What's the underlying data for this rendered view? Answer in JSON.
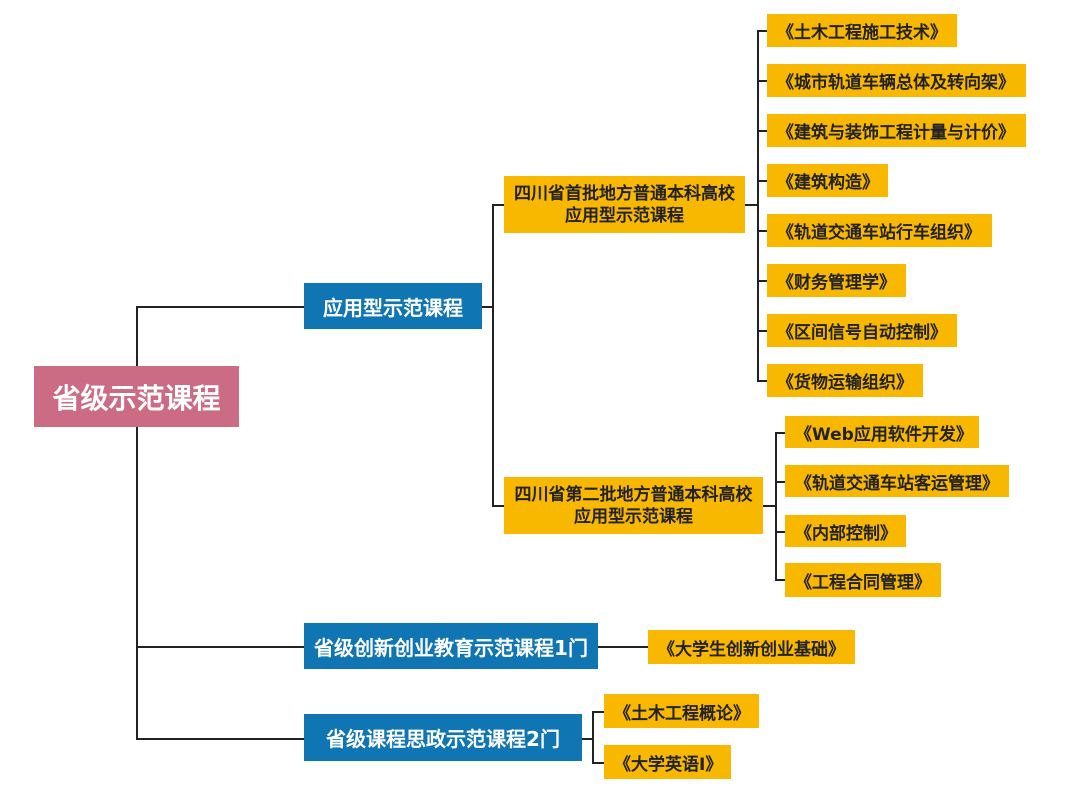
{
  "colors": {
    "root_fill": "#cc6b84",
    "level1_fill": "#0f75b3",
    "course_fill": "#f9b800",
    "connector": "#222222"
  },
  "root": {
    "label": "省级示范课程"
  },
  "branches": [
    {
      "label": "应用型示范课程",
      "groups": [
        {
          "label_line1": "四川省首批地方普通本科高校",
          "label_line2": "应用型示范课程",
          "courses": [
            "《土木工程施工技术》",
            "《城市轨道车辆总体及转向架》",
            "《建筑与装饰工程计量与计价》",
            "《建筑构造》",
            "《轨道交通车站行车组织》",
            "《财务管理学》",
            "《区间信号自动控制》",
            "《货物运输组织》"
          ]
        },
        {
          "label_line1": "四川省第二批地方普通本科高校",
          "label_line2": "应用型示范课程",
          "courses": [
            "《Web应用软件开发》",
            "《轨道交通车站客运管理》",
            "《内部控制》",
            "《工程合同管理》"
          ]
        }
      ]
    },
    {
      "label": "省级创新创业教育示范课程1门",
      "courses": [
        "《大学生创新创业基础》"
      ]
    },
    {
      "label": "省级课程思政示范课程2门",
      "courses": [
        "《土木工程概论》",
        "《大学英语I》"
      ]
    }
  ]
}
